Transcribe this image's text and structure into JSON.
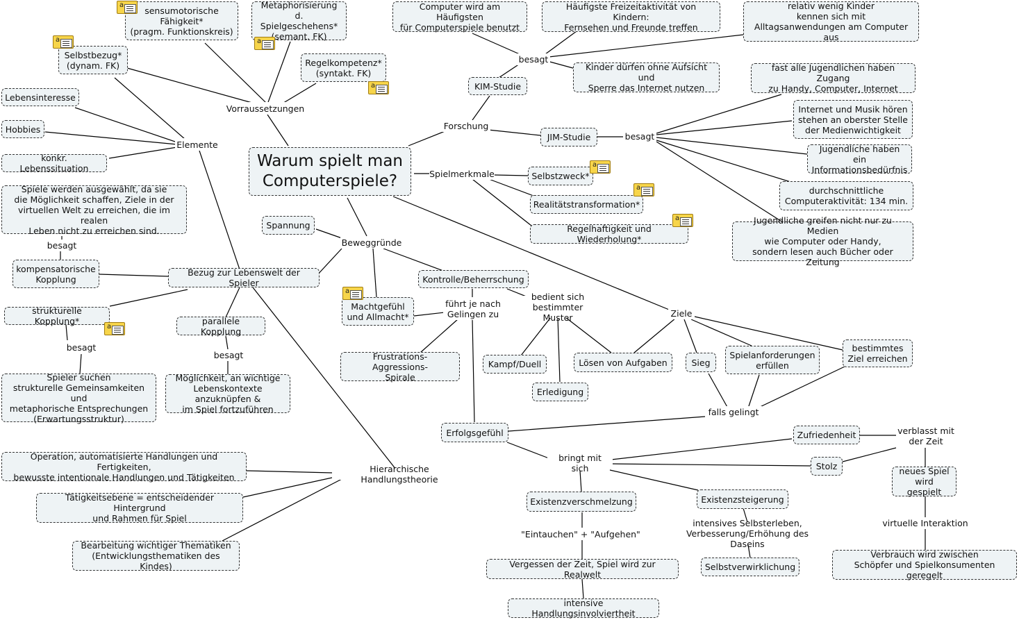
{
  "root": {
    "label": "Warum spielt man\nComputerspiele?"
  },
  "nodes": {
    "sensomotorisch": "sensumotorische\nFähigkeit*\n(pragm. Funktionskreis)",
    "metaphorisierung": "Metaphorisierung d.\nSpielgeschehens*\n(semant. FK)",
    "selbstbezug": "Selbstbezug*\n(dynam. FK)",
    "regelkompetenz": "Regelkompetenz*\n(syntakt. FK)",
    "lebensinteresse": "Lebensinteresse",
    "hobbies": "Hobbies",
    "lebenssituation": "konkr. Lebenssituation",
    "spiele_ausgewaehlt": "Spiele werden ausgewählt, da sie\ndie Möglichkeit schaffen, Ziele in der\nvirtuellen Welt zu erreichen, die im realen\nLeben nicht zu erreichen sind.",
    "kompensatorisch": "kompensatorische\nKopplung",
    "bezug_lebenswelt": "Bezug zur Lebenswelt der Spieler",
    "strukturell": "strukturelle Kopplung*",
    "parallel": "parallele Kopplung",
    "spieler_suchen": "Spieler suchen\nstrukturelle Gemeinsamkeiten und\nmetaphorische Entsprechungen\n(Erwartungsstruktur)",
    "moeglichkeit": "Möglichkeit, an wichtige\nLebenskontexte anzuknüpfen &\nim Spiel fortzuführen",
    "operation": "Operation, automatisierte Handlungen und Fertigkeiten,\nbewusste intentionale Handlungen und Tätigkeiten",
    "taetigkeitsebene": "Tätigkeitsebene = entscheidender Hintergrund\nund Rahmen für Spiel",
    "bearbeitung": "Bearbeitung wichtiger Thematiken\n(Entwicklungsthematiken des Kindes)",
    "spannung": "Spannung",
    "machtgefuehl": "Machtgefühl\nund Allmacht*",
    "kontrolle": "Kontrolle/Beherrschung",
    "frustration": "Frustrations-Aggressions-\nSpirale",
    "kampf": "Kampf/Duell",
    "erledigung": "Erledigung",
    "loesen": "Lösen von Aufgaben",
    "sieg": "Sieg",
    "spielanforderungen": "Spielanforderungen\nerfüllen",
    "ziel_erreichen": "bestimmtes\nZiel erreichen",
    "erfolgsgefuehl": "Erfolgsgefühl",
    "zufriedenheit": "Zufriedenheit",
    "stolz": "Stolz",
    "neues_spiel": "neues Spiel\nwird gespielt",
    "verbrauch": "Verbrauch wird zwischen\nSchöpfer und Spielkonsumenten geregelt",
    "existenzverschmelzung": "Existenzverschmelzung",
    "existenzsteigerung": "Existenzsteigerung",
    "vergessen": "Vergessen der Zeit, Spiel wird zur Realwelt",
    "handlungsinvolviertheit": "intensive Handlungsinvolviertheit",
    "selbstverwirklichung": "Selbstverwirklichung",
    "kim_studie": "KIM-Studie",
    "jim_studie": "JIM-Studie",
    "computer_haeufigsten": "Computer wird am Häufigsten\nfür Computerspiele benutzt",
    "freizeit": "Häufigste Freizeitaktivität von Kindern:\nFernsehen und Freunde treffen",
    "alltagsanwendungen": "relativ wenig Kinder\nkennen sich mit\nAlltagsanwendungen am Computer aus",
    "kinder_duerfen": "Kinder dürfen ohne Aufsicht und\nSperre das Internet nutzen",
    "zugang": "fast alle Jugendlichen haben Zugang\nzu Handy, Computer, Internet",
    "internet_musik": "Internet und Musik hören\nstehen an oberster Stelle\nder Medienwichtigkeit",
    "informationsbeduerfnis": "Jugendliche haben ein\nInformationsbedürfnis",
    "computeraktivitaet": "durchschnittliche\nComputeraktivität: 134 min.",
    "buecher": "Jugendliche greifen nicht nur zu Medien\nwie Computer oder Handy,\nsondern lesen auch Bücher oder Zeitung",
    "selbstzweck": "Selbstzweck*",
    "realitaet": "Realitätstransformation*",
    "regelhaftigkeit": "Regelhaftigkeit und Wiederholung*"
  },
  "labels": {
    "vorraussetzungen": "Vorraussetzungen",
    "elemente": "Elemente",
    "besagt_kompensatorisch": "besagt",
    "besagt_strukturell": "besagt",
    "besagt_parallel": "besagt",
    "hierarchisch": "Hierarchische Handlungstheorie",
    "beweggruende": "Beweggründe",
    "fuehrt": "führt je nach\nGelingen zu",
    "bedient": "bedient sich\nbestimmter Muster",
    "ziele": "Ziele",
    "falls_gelingt": "falls gelingt",
    "bringt": "bringt mit sich",
    "verblasst": "verblasst mit\nder Zeit",
    "virtuelle": "virtuelle Interaktion",
    "eintauchen": "\"Eintauchen\" + \"Aufgehen\"",
    "intensives": "intensives Selbsterleben,\nVerbesserung/Erhöhung des Daseins",
    "forschung": "Forschung",
    "besagt_kim": "besagt",
    "besagt_jim": "besagt",
    "spielmerkmale": "Spielmerkmale"
  },
  "note_icon": {
    "name": "note-icon",
    "glyph": "a"
  }
}
